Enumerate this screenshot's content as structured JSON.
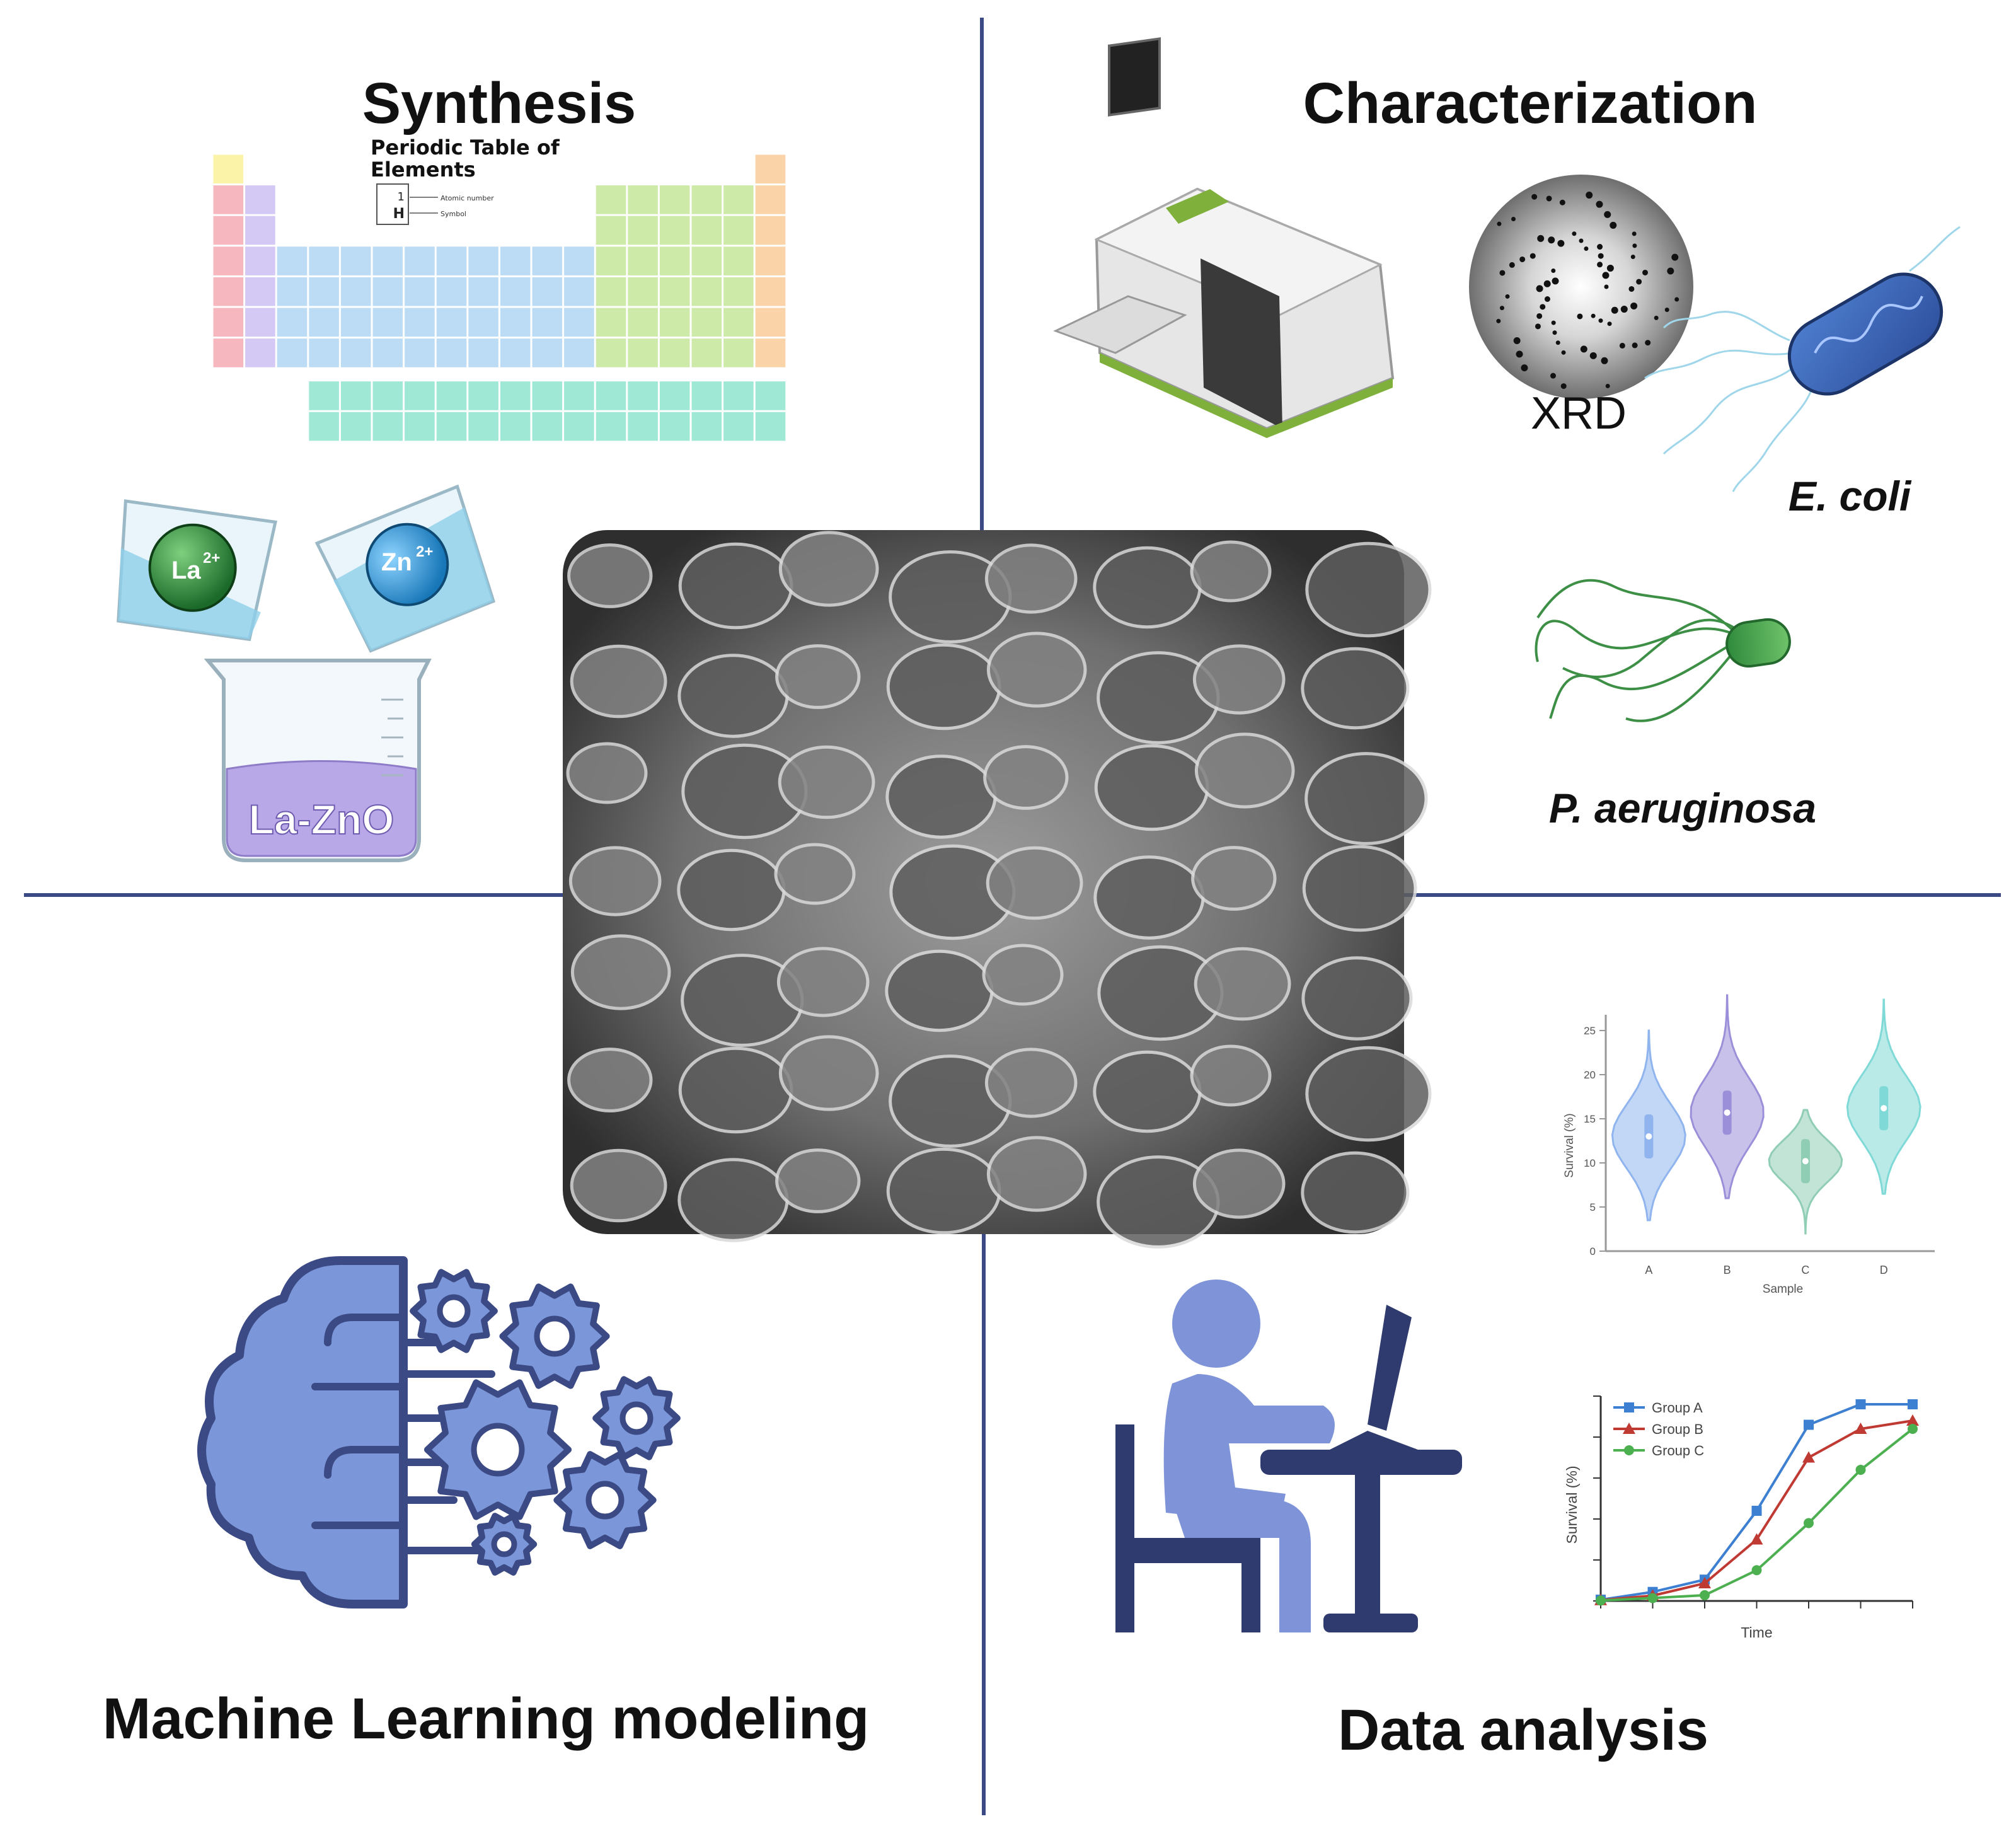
{
  "quadrants": {
    "synthesis": {
      "title": "Synthesis",
      "periodic_table": {
        "title_line1": "Periodic Table of",
        "title_line2": "Elements",
        "legend_number_label": "Atomic number",
        "legend_symbol_label": "Symbol",
        "legend_number": "1",
        "legend_symbol": "H"
      },
      "ion_la": "La",
      "ion_la_charge": "2+",
      "ion_zn": "Zn",
      "ion_zn_charge": "2+",
      "beaker_label": "La-ZnO"
    },
    "characterization": {
      "title": "Characterization",
      "xrd_label": "XRD",
      "ecoli_label": "E. coli",
      "paeruginosa_label": "P. aeruginosa"
    },
    "ml": {
      "title": "Machine Learning modeling"
    },
    "data_analysis": {
      "title": "Data analysis"
    }
  },
  "colors": {
    "divider": "#3b4a84",
    "ml_icon": "#7b97d9",
    "person_light": "#7f94d8",
    "person_dark": "#2f3b6e",
    "beaker_liquid": "#b9a8e8",
    "la_sphere": "#2f8a3c",
    "zn_sphere": "#2f8fd0"
  },
  "chart_data": [
    {
      "type": "violin",
      "categories": [
        "A",
        "B",
        "C",
        "D"
      ],
      "xlabel": "Sample",
      "ylabel": "Survival (%)",
      "ylim": [
        0,
        25
      ],
      "yticks": [
        0,
        5,
        10,
        15,
        20,
        25
      ],
      "medians": [
        13,
        15.7,
        10.2,
        16.2
      ],
      "ranges": [
        [
          3.5,
          25
        ],
        [
          6,
          29
        ],
        [
          2,
          16
        ],
        [
          6.5,
          28.5
        ]
      ],
      "colors": [
        "#8fb4ee",
        "#9b8fd9",
        "#8fcdb4",
        "#7fd9d6"
      ]
    },
    {
      "type": "line",
      "xlabel": "Time",
      "ylabel": "Survival (%)",
      "x": [
        0,
        1,
        2,
        3,
        4,
        5,
        6
      ],
      "series": [
        {
          "name": "Group A",
          "values": [
            0.3,
            2.2,
            5.2,
            22,
            43,
            48,
            48
          ],
          "color": "#3d7fd0",
          "marker": "square"
        },
        {
          "name": "Group B",
          "values": [
            0.2,
            1.3,
            4.3,
            15,
            35,
            42,
            44
          ],
          "color": "#c03a34",
          "marker": "triangle"
        },
        {
          "name": "Group C",
          "values": [
            0.1,
            0.7,
            1.4,
            7.5,
            19,
            32,
            42
          ],
          "color": "#4caf50",
          "marker": "circle"
        }
      ],
      "ylim": [
        0,
        50
      ]
    }
  ]
}
